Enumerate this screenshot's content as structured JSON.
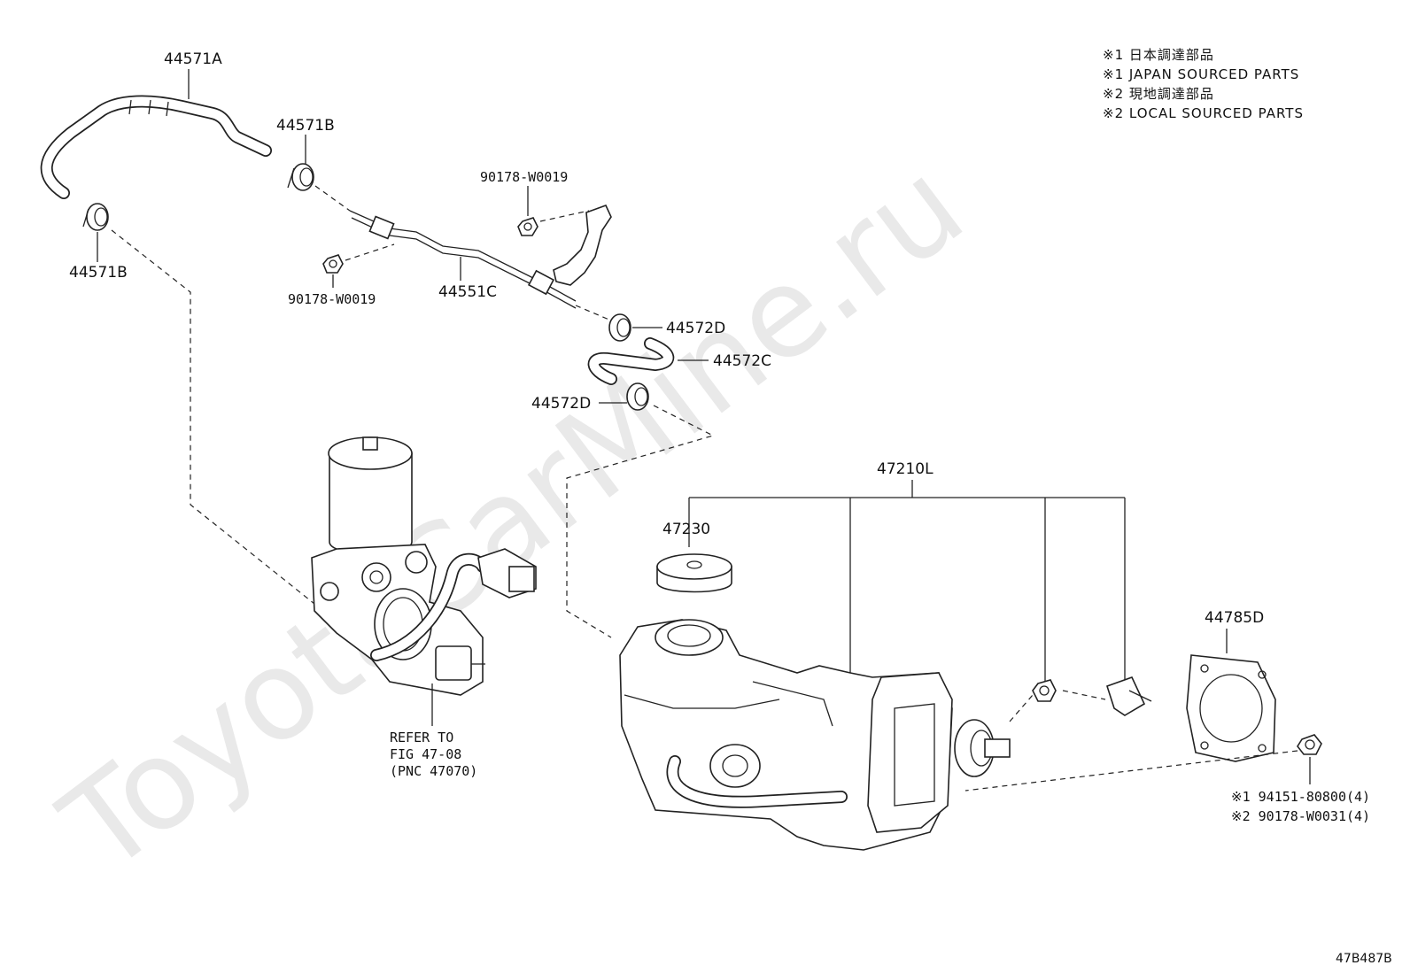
{
  "watermark": "ToyotaCarMine.ru",
  "notes": [
    "※1 日本調達部品",
    "※1 JAPAN SOURCED PARTS",
    "※2 現地調達部品",
    "※2 LOCAL SOURCED PARTS"
  ],
  "labels": {
    "p44571A": "44571A",
    "p44571B_top": "44571B",
    "p44571B_left": "44571B",
    "p90178_top": "90178-W0019",
    "p90178_left": "90178-W0019",
    "p44551C": "44551C",
    "p44572D_top": "44572D",
    "p44572C": "44572C",
    "p44572D_bottom": "44572D",
    "p47210L": "47210L",
    "p47230": "47230",
    "p44785D": "44785D",
    "refer_line1": "REFER TO",
    "refer_line2": "FIG 47-08",
    "refer_line3": "(PNC 47070)",
    "bolt_jp": "※1 94151-80800(4)",
    "bolt_local": "※2 90178-W0031(4)"
  },
  "figure_code": "47B487B"
}
